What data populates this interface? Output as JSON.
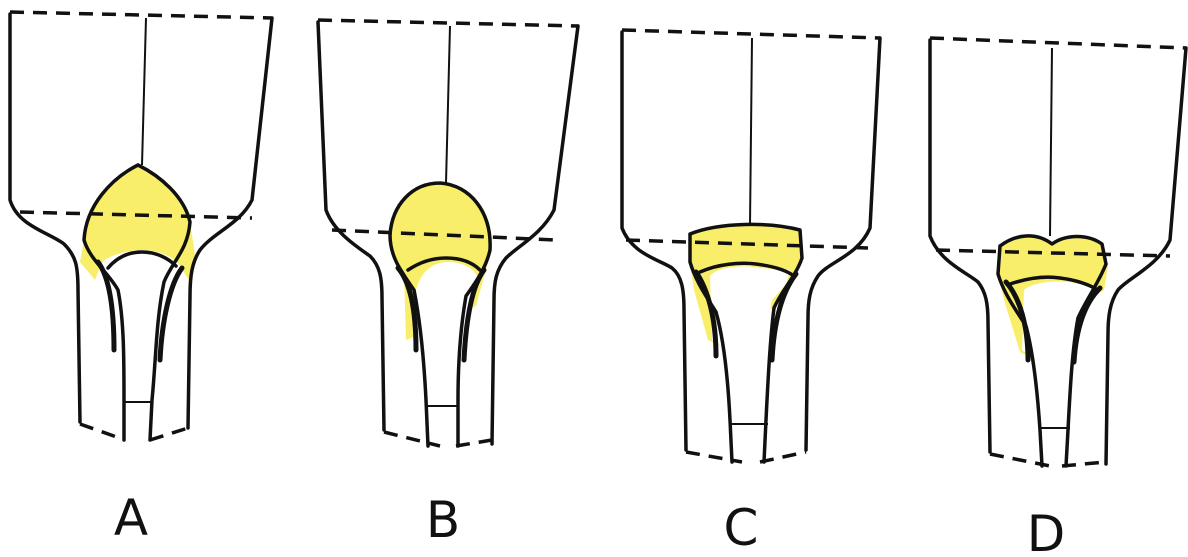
{
  "figure": {
    "highlight_color": "#f7ec5a",
    "line_color": "#111111",
    "panels": [
      {
        "label": "A"
      },
      {
        "label": "B"
      },
      {
        "label": "C"
      },
      {
        "label": "D"
      }
    ]
  }
}
